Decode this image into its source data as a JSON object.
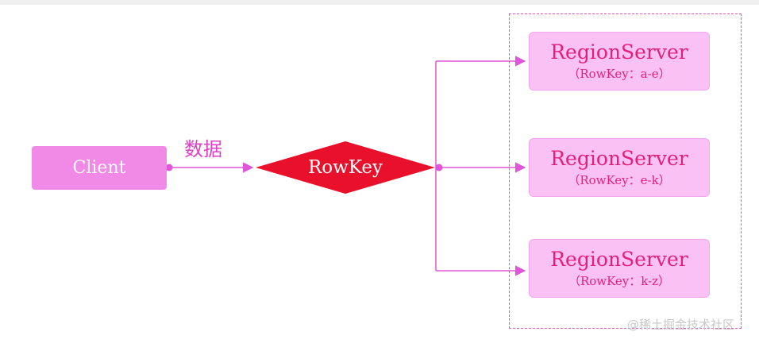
{
  "client": {
    "label": "Client"
  },
  "edge_label": "数据",
  "router": {
    "label": "RowKey"
  },
  "servers": [
    {
      "title": "RegionServer",
      "range": "（RowKey：a-e）"
    },
    {
      "title": "RegionServer",
      "range": "（RowKey：e-k）"
    },
    {
      "title": "RegionServer",
      "range": "（RowKey：k-z）"
    }
  ],
  "watermark": "@稀土掘金技术社区",
  "colors": {
    "node_fill": "#f08ae6",
    "router_fill": "#e8102a",
    "server_fill": "#fac2f4",
    "server_text": "#e51f79",
    "connector": "#e056d8",
    "group_border": "#e255b6"
  }
}
